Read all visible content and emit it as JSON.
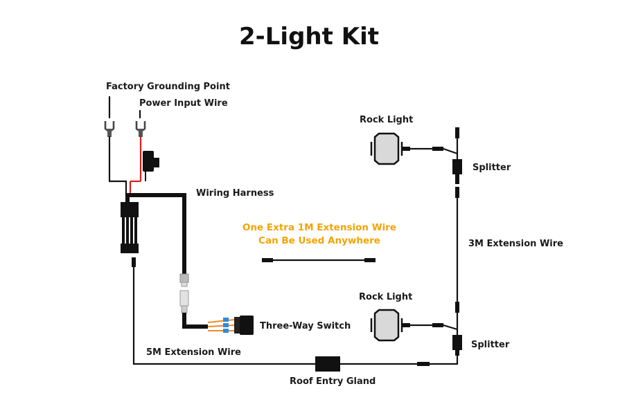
{
  "title": "2-Light Kit",
  "labels": {
    "factory_ground": "Factory Grounding Point",
    "power_input": "Power Input Wire",
    "wiring_harness": "Wiring Harness",
    "rock_light_top": "Rock Light",
    "splitter_top": "Splitter",
    "extension_3m": "3M Extension Wire",
    "rock_light_bottom": "Rock Light",
    "splitter_bottom": "Splitter",
    "three_way_switch": "Three-Way Switch",
    "extension_5m": "5M Extension Wire",
    "roof_entry_gland": "Roof Entry Gland"
  },
  "note": {
    "line1": "One Extra 1M Extension Wire",
    "line2": "Can Be Used Anywhere"
  },
  "colors": {
    "wire": "#111111",
    "power_wire": "#d32020",
    "note_text": "#f5a300",
    "light_fill": "#d9d9d9",
    "switch_wire_orange": "#f08a24",
    "switch_connector_blue": "#2e8bd6"
  }
}
